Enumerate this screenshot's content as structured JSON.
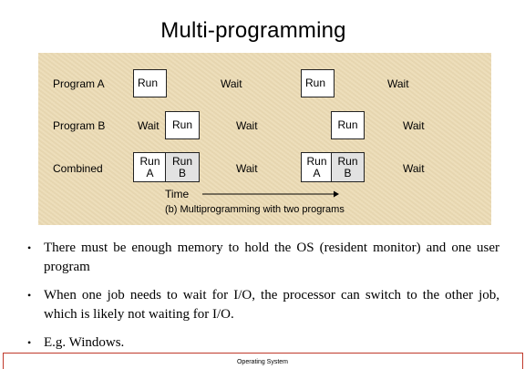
{
  "slide": {
    "title": "Multi-programming"
  },
  "figure": {
    "rows": [
      {
        "label": "Program A"
      },
      {
        "label": "Program B"
      },
      {
        "label": "Combined"
      }
    ],
    "program_a": {
      "run1": "Run",
      "wait1": "Wait",
      "run2": "Run",
      "wait2": "Wait"
    },
    "program_b": {
      "wait1": "Wait",
      "run1": "Run",
      "wait2": "Wait",
      "run2": "Run",
      "wait3": "Wait"
    },
    "combined": {
      "run_a1": "Run\nA",
      "run_b1": "Run\nB",
      "wait1": "Wait",
      "run_a2": "Run\nA",
      "run_b2": "Run\nB",
      "wait2": "Wait"
    },
    "time_label": "Time",
    "caption": "(b) Multiprogramming with two programs"
  },
  "bullets": [
    "There must be enough memory to hold the OS (resident monitor) and one user program",
    "When one job needs to wait for I/O, the processor can switch to the other job, which is likely not waiting for I/O.",
    "E.g. Windows."
  ],
  "footer": {
    "text": "Operating System"
  },
  "colors": {
    "figure_background": "#ecdcb7",
    "footer_rule": "#c0392b"
  }
}
